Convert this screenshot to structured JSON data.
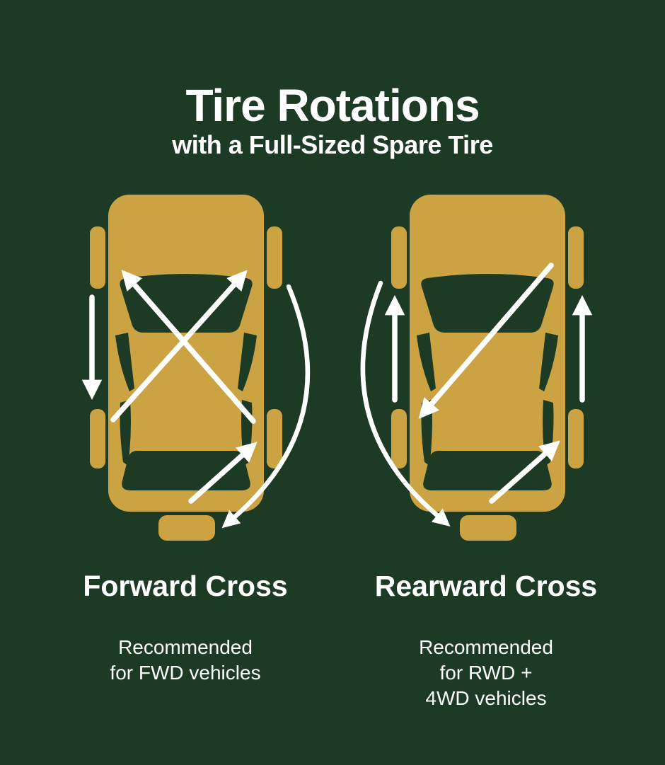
{
  "header": {
    "title": "Tire Rotations",
    "subtitle": "with a Full-Sized Spare Tire"
  },
  "colors": {
    "background": "#1d3b24",
    "car": "#cca342",
    "ink": "#ffffff"
  },
  "car_parts": [
    "body",
    "front-left-tire",
    "front-right-tire",
    "rear-left-tire",
    "rear-right-tire",
    "spare-tire",
    "windshield",
    "rear-window",
    "side-windows"
  ],
  "panels": [
    {
      "id": "forward-cross",
      "title": "Forward Cross",
      "desc_lines": [
        "Recommended",
        "for FWD vehicles"
      ],
      "arrows": [
        {
          "from": "left-front",
          "to": "left-rear",
          "style": "straight-down"
        },
        {
          "from": "left-rear",
          "to": "right-front",
          "style": "cross-diagonal"
        },
        {
          "from": "right-rear",
          "to": "left-front",
          "style": "cross-diagonal"
        },
        {
          "from": "spare",
          "to": "right-rear",
          "style": "diagonal"
        },
        {
          "from": "right-front",
          "to": "spare",
          "style": "curved"
        }
      ]
    },
    {
      "id": "rearward-cross",
      "title": "Rearward Cross",
      "desc_lines": [
        "Recommended",
        "for RWD +",
        "4WD vehicles"
      ],
      "arrows": [
        {
          "from": "left-rear",
          "to": "left-front",
          "style": "straight-up"
        },
        {
          "from": "right-rear",
          "to": "right-front",
          "style": "straight-up"
        },
        {
          "from": "right-front",
          "to": "left-rear",
          "style": "cross-diagonal"
        },
        {
          "from": "spare",
          "to": "right-rear",
          "style": "diagonal"
        },
        {
          "from": "left-front",
          "to": "spare",
          "style": "curved"
        }
      ]
    }
  ]
}
